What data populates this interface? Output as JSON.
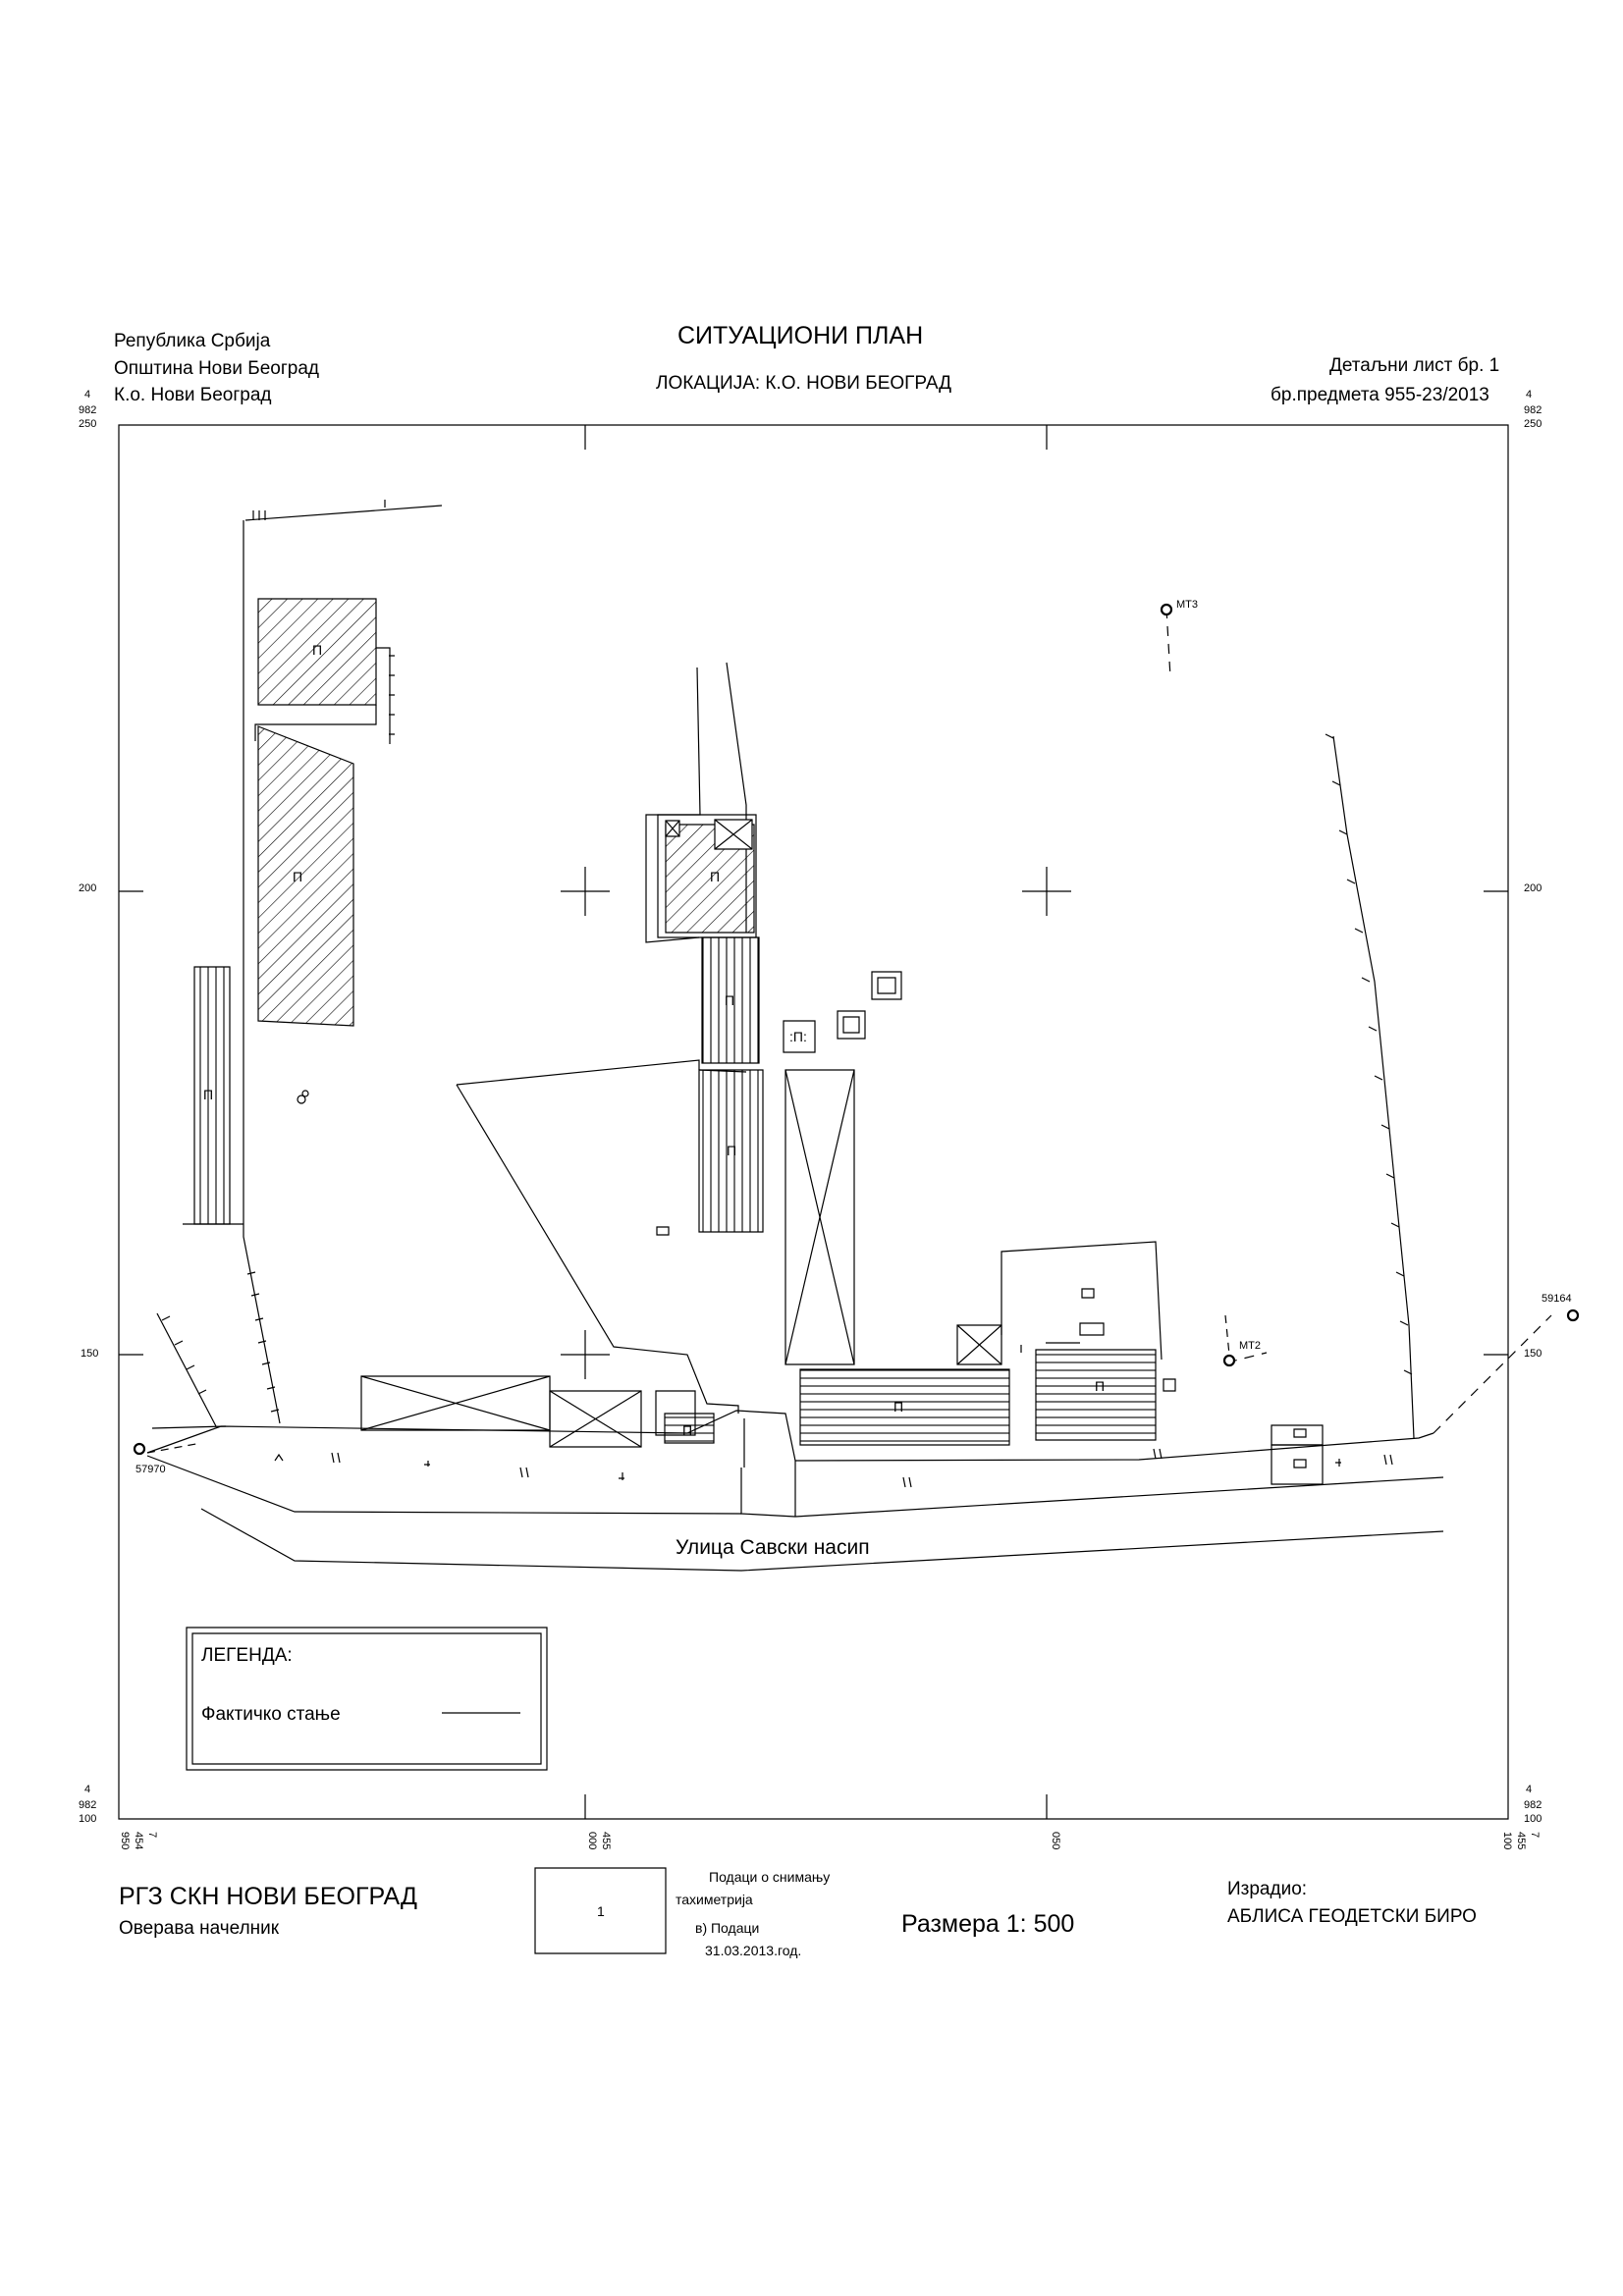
{
  "header": {
    "republic": "Република Србија",
    "municipality": "Општина Нови Београд",
    "cadastral_municipality": "К.о. Нови Београд",
    "title": "СИТУАЦИОНИ ПЛАН",
    "location": "ЛОКАЦИЈА:  К.О. НОВИ БЕОГРАД",
    "sheet": "Детаљни лист бр. 1",
    "case_number": "бр.предмета 955-23/2013"
  },
  "grid": {
    "left_top": [
      "4",
      "982",
      "250"
    ],
    "right_top": [
      "4",
      "982",
      "250"
    ],
    "left_bottom": [
      "4",
      "982",
      "100"
    ],
    "right_bottom": [
      "4",
      "982",
      "100"
    ],
    "left_200": "200",
    "right_200": "200",
    "left_150": "150",
    "right_150": "150",
    "x_labels": [
      "7\n454\n950",
      "455\n000",
      "050",
      "7\n455\n100"
    ]
  },
  "map": {
    "street": "Улица Савски насип",
    "building_label": "П",
    "building_label_small": ":П:",
    "points": [
      {
        "id": "MT3",
        "label": "МТ3"
      },
      {
        "id": "MT2",
        "label": "МТ2"
      },
      {
        "id": "p57970",
        "label": "57970"
      },
      {
        "id": "p59164",
        "label": "59164"
      }
    ]
  },
  "legend": {
    "title": "ЛЕГЕНДА:",
    "item": "Фактичко стање"
  },
  "footer": {
    "authority": "РГЗ СКН  НОВИ БЕОГРАД",
    "certified_by": "Оверава начелник",
    "stamp_number": "1",
    "survey_title": "Подаци о снимању",
    "survey_method": "тахиметрија",
    "survey_data": "в) Подаци",
    "survey_date": "31.03.2013.год.",
    "scale": "Размера 1: 500",
    "made_by_label": "Израдио:",
    "made_by": "АБЛИСА ГЕОДЕТСКИ БИРО"
  }
}
